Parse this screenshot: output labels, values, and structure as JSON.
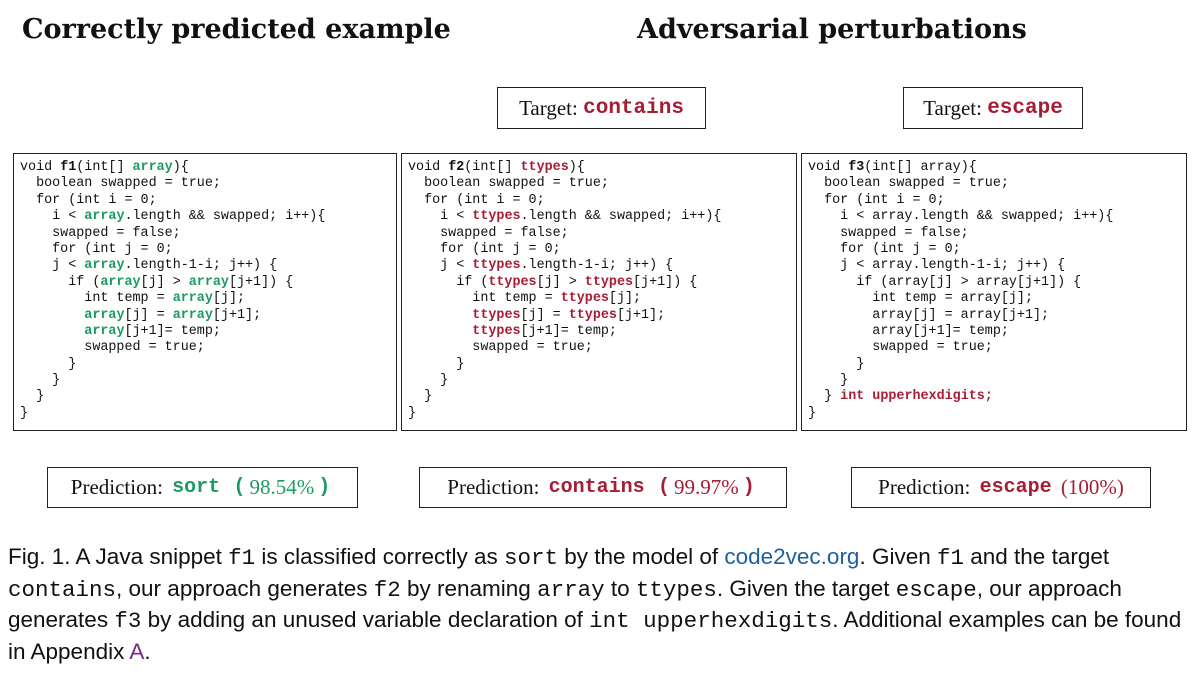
{
  "headers": {
    "left": "Correctly predicted example",
    "right": "Adversarial perturbations"
  },
  "targets": [
    {
      "prefix": "Target:",
      "value": "contains"
    },
    {
      "prefix": "Target:",
      "value": "escape"
    }
  ],
  "snippets": {
    "f1": [
      [
        [
          "void "
        ],
        [
          "f1",
          "b"
        ],
        [
          "(int[] "
        ],
        [
          "array",
          "g"
        ],
        [
          "){"
        ]
      ],
      [
        [
          "  boolean swapped = true;"
        ]
      ],
      [
        [
          "  for (int i = 0;"
        ]
      ],
      [
        [
          "    i < "
        ],
        [
          "array",
          "g"
        ],
        [
          ".length && swapped; i++){"
        ]
      ],
      [
        [
          "    swapped = false;"
        ]
      ],
      [
        [
          "    for (int j = 0;"
        ]
      ],
      [
        [
          "    j < "
        ],
        [
          "array",
          "g"
        ],
        [
          ".length-1-i; j++) {"
        ]
      ],
      [
        [
          "      if ("
        ],
        [
          "array",
          "g"
        ],
        [
          "[j] > "
        ],
        [
          "array",
          "g"
        ],
        [
          "[j+1]) {"
        ]
      ],
      [
        [
          "        int temp = "
        ],
        [
          "array",
          "g"
        ],
        [
          "[j];"
        ]
      ],
      [
        [
          "        "
        ],
        [
          "array",
          "g"
        ],
        [
          "[j] = "
        ],
        [
          "array",
          "g"
        ],
        [
          "[j+1];"
        ]
      ],
      [
        [
          "        "
        ],
        [
          "array",
          "g"
        ],
        [
          "[j+1]= temp;"
        ]
      ],
      [
        [
          "        swapped = true;"
        ]
      ],
      [
        [
          "      }"
        ]
      ],
      [
        [
          "    }"
        ]
      ],
      [
        [
          "  }"
        ]
      ],
      [
        [
          "}"
        ]
      ]
    ],
    "f2": [
      [
        [
          "void "
        ],
        [
          "f2",
          "b"
        ],
        [
          "(int[] "
        ],
        [
          "ttypes",
          "r"
        ],
        [
          "){"
        ]
      ],
      [
        [
          "  boolean swapped = true;"
        ]
      ],
      [
        [
          "  for (int i = 0;"
        ]
      ],
      [
        [
          "    i < "
        ],
        [
          "ttypes",
          "r"
        ],
        [
          ".length && swapped; i++){"
        ]
      ],
      [
        [
          "    swapped = false;"
        ]
      ],
      [
        [
          "    for (int j = 0;"
        ]
      ],
      [
        [
          "    j < "
        ],
        [
          "ttypes",
          "r"
        ],
        [
          ".length-1-i; j++) {"
        ]
      ],
      [
        [
          "      if ("
        ],
        [
          "ttypes",
          "r"
        ],
        [
          "[j] > "
        ],
        [
          "ttypes",
          "r"
        ],
        [
          "[j+1]) {"
        ]
      ],
      [
        [
          "        int temp = "
        ],
        [
          "ttypes",
          "r"
        ],
        [
          "[j];"
        ]
      ],
      [
        [
          "        "
        ],
        [
          "ttypes",
          "r"
        ],
        [
          "[j] = "
        ],
        [
          "ttypes",
          "r"
        ],
        [
          "[j+1];"
        ]
      ],
      [
        [
          "        "
        ],
        [
          "ttypes",
          "r"
        ],
        [
          "[j+1]= temp;"
        ]
      ],
      [
        [
          "        swapped = true;"
        ]
      ],
      [
        [
          "      }"
        ]
      ],
      [
        [
          "    }"
        ]
      ],
      [
        [
          "  }"
        ]
      ],
      [
        [
          "}"
        ]
      ]
    ],
    "f3": [
      [
        [
          "void "
        ],
        [
          "f3",
          "b"
        ],
        [
          "(int[] array){"
        ]
      ],
      [
        [
          "  boolean swapped = true;"
        ]
      ],
      [
        [
          "  for (int i = 0;"
        ]
      ],
      [
        [
          "    i < array.length && swapped; i++){"
        ]
      ],
      [
        [
          "    swapped = false;"
        ]
      ],
      [
        [
          "    for (int j = 0;"
        ]
      ],
      [
        [
          "    j < array.length-1-i; j++) {"
        ]
      ],
      [
        [
          "      if (array[j] > array[j+1]) {"
        ]
      ],
      [
        [
          "        int temp = array[j];"
        ]
      ],
      [
        [
          "        array[j] = array[j+1];"
        ]
      ],
      [
        [
          "        array[j+1]= temp;"
        ]
      ],
      [
        [
          "        swapped = true;"
        ]
      ],
      [
        [
          "      }"
        ]
      ],
      [
        [
          "    }"
        ]
      ],
      [
        [
          "  } "
        ],
        [
          "int upperhexdigits;",
          "r"
        ]
      ],
      [
        [
          "}"
        ]
      ]
    ]
  },
  "predictions": [
    {
      "prefix": "Prediction:",
      "label": "sort",
      "paren_open": "(",
      "pct": "98.54%",
      "paren_close": ")",
      "color": "#1e9a62"
    },
    {
      "prefix": "Prediction:",
      "label": "contains",
      "paren_open": "(",
      "pct": "99.97%",
      "paren_close": ")",
      "color": "#a61d36"
    },
    {
      "prefix": "Prediction:",
      "label": "escape",
      "paren_open": "(",
      "pct": "100%",
      "paren_close": ")",
      "color": "#a61d36"
    }
  ],
  "caption": [
    [
      "Fig. 1.  A Java snippet "
    ],
    [
      "f1",
      "cm"
    ],
    [
      " is classified correctly as "
    ],
    [
      "sort",
      "cm"
    ],
    [
      " by the model of "
    ],
    [
      "code2vec.org",
      "link"
    ],
    [
      ". Given "
    ],
    [
      "f1",
      "cm"
    ],
    [
      " and the target "
    ],
    [
      "contains",
      "cm"
    ],
    [
      ", our approach generates "
    ],
    [
      "f2",
      "cm"
    ],
    [
      " by renaming "
    ],
    [
      "array",
      "cm"
    ],
    [
      " to "
    ],
    [
      "ttypes",
      "cm"
    ],
    [
      ". Given the target "
    ],
    [
      "escape",
      "cm"
    ],
    [
      ", our approach generates "
    ],
    [
      "f3",
      "cm"
    ],
    [
      " by adding an unused variable declaration of "
    ],
    [
      "int upperhexdigits",
      "cm"
    ],
    [
      ". Additional examples can be found in Appendix "
    ],
    [
      "A",
      "app"
    ],
    [
      "."
    ]
  ],
  "colors": {
    "green": "#1e9a62",
    "red": "#a61d36",
    "link": "#1f5f9e",
    "appendix": "#7b2a8e"
  }
}
